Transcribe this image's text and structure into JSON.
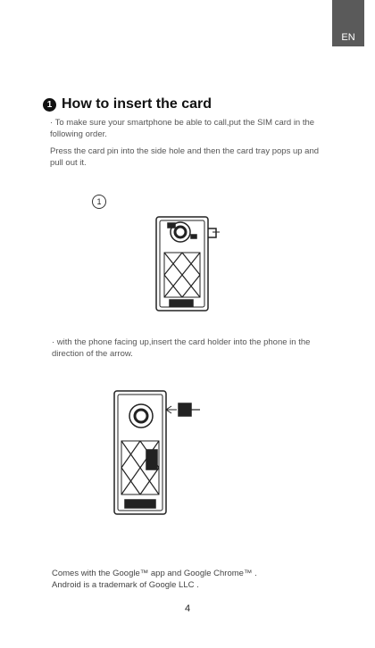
{
  "lang_tab": "EN",
  "section": {
    "number": "1",
    "title": "How to insert the card"
  },
  "paragraphs": {
    "intro": "· To make sure your smartphone be able to call,put the SIM card in the following order.",
    "step1_text": "Press the card pin into the side hole and then the card tray pops up and pull out it.",
    "step2_text": "· with the phone facing up,insert the card holder into the phone in the direction of the arrow."
  },
  "step_marker": "1",
  "footer": {
    "line1": "Comes with the Google™ app and Google Chrome™ .",
    "line2": "Android is a trademark of Google LLC ."
  },
  "page_number": "4"
}
